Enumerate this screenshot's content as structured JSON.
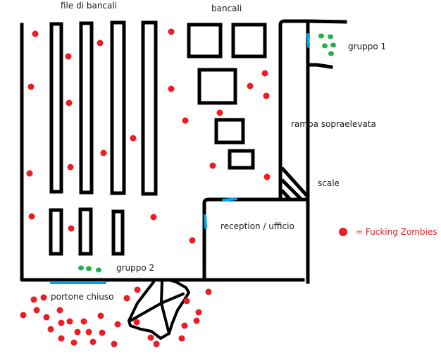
{
  "labels": {
    "shelves_rows": "file di bancali",
    "pallets": "bancali",
    "group1": "gruppo 1",
    "raised_ramp": "rampa sopraelevata",
    "stairs": "scale",
    "reception": "reception / ufficio",
    "group2": "gruppo 2",
    "closed_gate": "portone chiuso"
  },
  "legend": {
    "zombie_label": "= Fucking Zombies"
  },
  "colors": {
    "wall": "#000000",
    "zombie": "#ed1c24",
    "survivor": "#22b14c",
    "door": "#00a2e8"
  }
}
